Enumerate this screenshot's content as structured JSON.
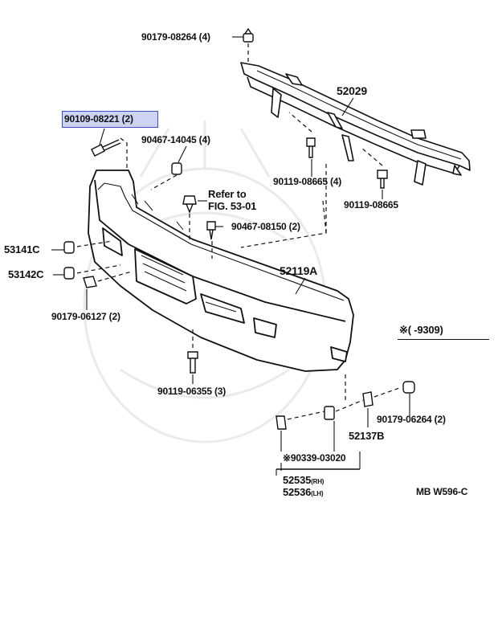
{
  "highlighted_part": "90109-08221 (2)",
  "labels": {
    "nut_top": "90179-08264 (4)",
    "reinforcement": "52029",
    "bolt_highlighted": "90109-08221 (2)",
    "nut_14045": "90467-14045 (4)",
    "bolt_08665_4": "90119-08665 (4)",
    "bolt_08665": "90119-08665",
    "refer_line1": "Refer to",
    "refer_line2": "FIG. 53-01",
    "clip_08150": "90467-08150 (2)",
    "part_53141c": "53141C",
    "part_53142c": "53142C",
    "bumper_cover": "52119A",
    "nut_06127": "90179-06127 (2)",
    "note": "※(     -9309)",
    "bolt_06355": "90119-06355 (3)",
    "nut_06264": "90179-06264 (2)",
    "part_52137b": "52137B",
    "clip_03020": "※90339-03020",
    "part_52535": "52535",
    "part_52535_side": "(RH)",
    "part_52536": "52536",
    "part_52536_side": "(LH)",
    "figure_code": "MB W596-C"
  }
}
